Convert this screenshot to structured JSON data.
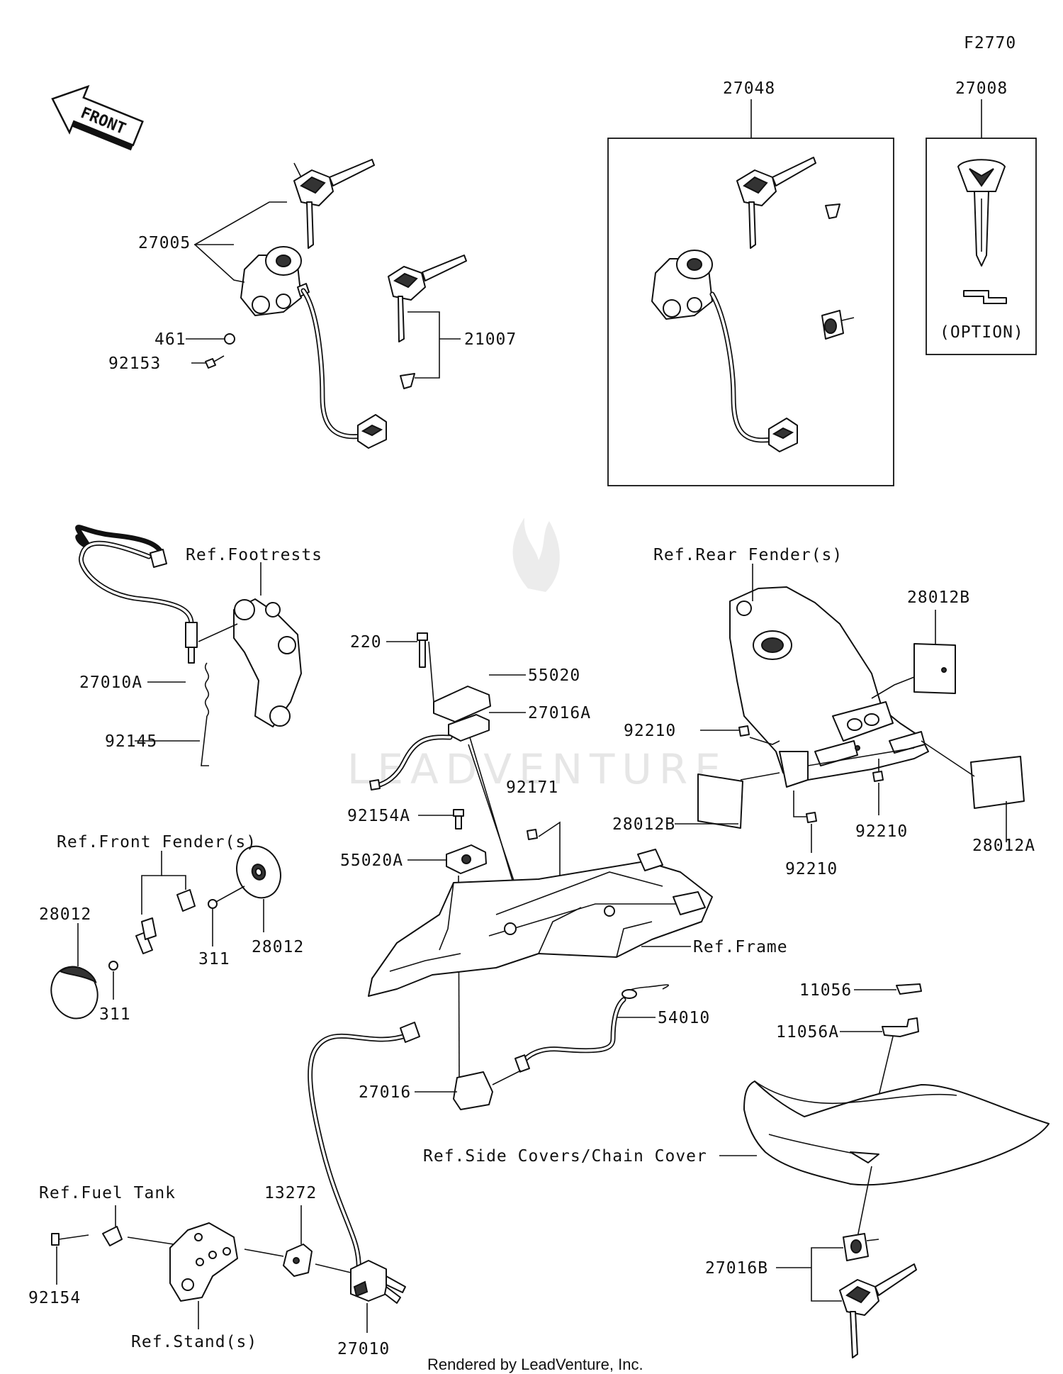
{
  "figure_code": "F2770",
  "front_arrow_text": "FRONT",
  "watermark": "LEADVENTURE",
  "footer": "Rendered by LeadVenture, Inc.",
  "kit_box_label": "27048",
  "key_box_label": "27008",
  "key_box_note": "(OPTION)",
  "labels": {
    "l27005": "27005",
    "l461": "461",
    "l92153": "92153",
    "l21007": "21007",
    "refFootrests": "Ref.Footrests",
    "l27010A": "27010A",
    "l92145": "92145",
    "l220": "220",
    "l55020": "55020",
    "l27016A": "27016A",
    "refRearFender": "Ref.Rear Fender(s)",
    "l28012B_top": "28012B",
    "l92210_a": "92210",
    "l28012B_left": "28012B",
    "l92210_b": "92210",
    "l92210_c": "92210",
    "l28012A": "28012A",
    "l92171": "92171",
    "l92154A": "92154A",
    "l55020A": "55020A",
    "refFrontFender": "Ref.Front Fender(s)",
    "l28012_left": "28012",
    "l311_right": "311",
    "l28012_right": "28012",
    "l311_left": "311",
    "refFrame": "Ref.Frame",
    "l11056": "11056",
    "l11056A": "11056A",
    "l54010": "54010",
    "l27016": "27016",
    "refSideCovers": "Ref.Side Covers/Chain Cover",
    "refFuelTank": "Ref.Fuel Tank",
    "l13272": "13272",
    "l92154": "92154",
    "refStand": "Ref.Stand(s)",
    "l27010": "27010",
    "l27016B": "27016B"
  }
}
